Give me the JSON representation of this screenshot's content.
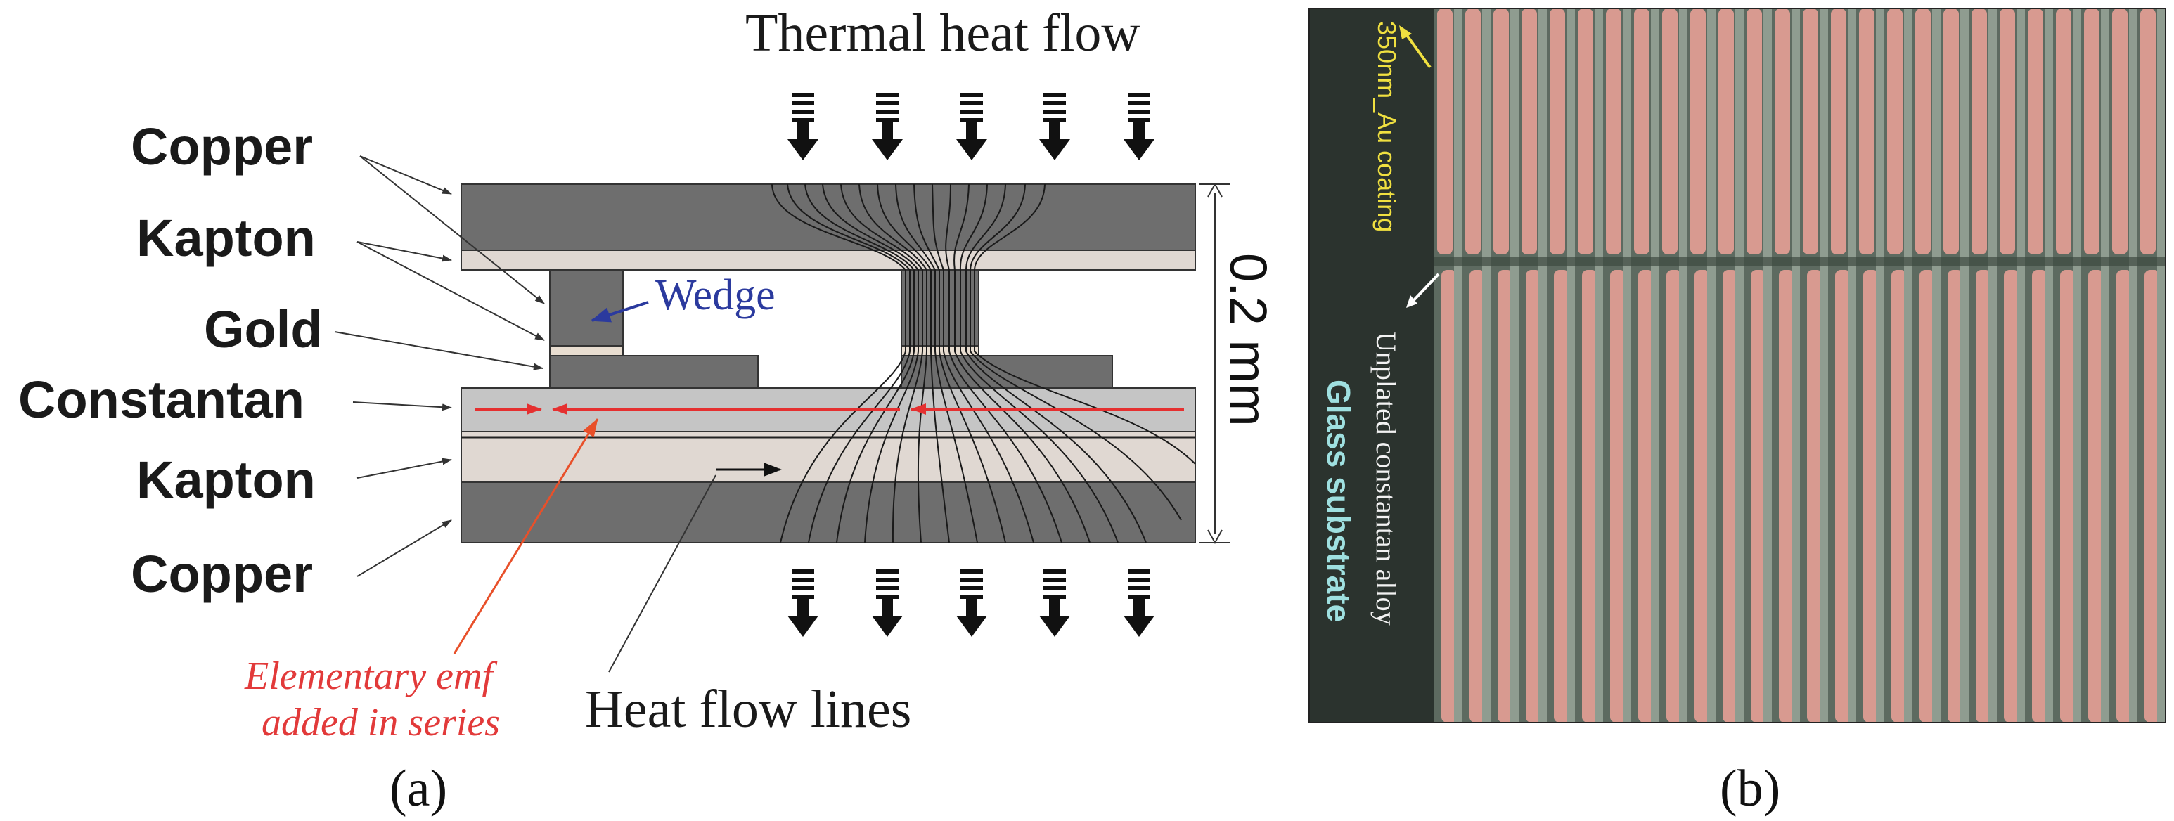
{
  "panel_a": {
    "title": "Thermal heat flow",
    "layers": [
      "Copper",
      "Kapton",
      "Gold",
      "Constantan",
      "Kapton",
      "Copper"
    ],
    "wedge_label": "Wedge",
    "thickness_label": "0.2 mm",
    "emf_label_line1": "Elementary emf",
    "emf_label_line2": "added in series",
    "heat_lines_label": "Heat flow lines",
    "caption": "(a)",
    "colors": {
      "copper": "#6e6e6e",
      "kapton": "#e0d8d2",
      "constantan": "#c5c5c5",
      "gold": "#e8ddd0",
      "emf_red": "#e53030",
      "wedge_blue": "#2b3a9e"
    }
  },
  "panel_b": {
    "label_au": "350nm_Au coating",
    "label_unplated": "Unplated constantan alloy",
    "label_glass": "Glass substrate",
    "caption": "(b)",
    "colors": {
      "background": "#2b332e",
      "gold_stripe": "#d89a90",
      "constantan_stripe": "#8f9c90",
      "au_label": "#f0e040",
      "glass_label": "#9fe0e0"
    }
  }
}
